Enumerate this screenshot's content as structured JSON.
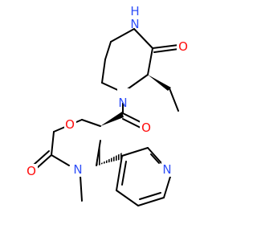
{
  "atoms": [
    {
      "id": "nh",
      "symbol": "N",
      "sub": "H",
      "color": "#3050f8"
    },
    {
      "id": "o_lactam",
      "symbol": "O",
      "color": "#ff0d0d"
    },
    {
      "id": "n_ring",
      "symbol": "N",
      "color": "#3050f8"
    },
    {
      "id": "o_amide",
      "symbol": "O",
      "color": "#ff0d0d"
    },
    {
      "id": "o_morph",
      "symbol": "O",
      "color": "#ff0d0d"
    },
    {
      "id": "o_keto",
      "symbol": "O",
      "color": "#ff0d0d"
    },
    {
      "id": "n_methyl",
      "symbol": "N",
      "color": "#3050f8"
    },
    {
      "id": "n_pyridine",
      "symbol": "N",
      "color": "#3050f8"
    }
  ]
}
